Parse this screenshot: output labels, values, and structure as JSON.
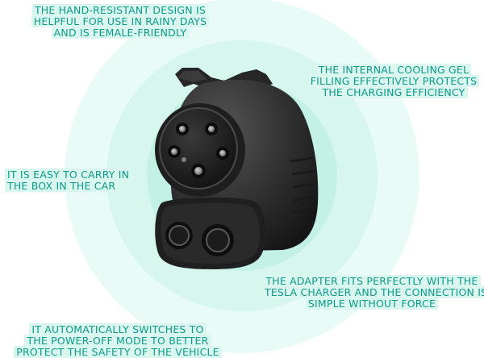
{
  "captions": {
    "hand_resistant": {
      "lines": [
        "THE HAND-RESISTANT DESIGN IS",
        "HELPFUL FOR USE IN RAINY DAYS",
        "AND IS FEMALE-FRIENDLY"
      ]
    },
    "cooling_gel": {
      "lines": [
        "THE INTERNAL COOLING GEL",
        "FILLING EFFECTIVELY PROTECTS",
        "THE CHARGING EFFICIENCY"
      ]
    },
    "easy_carry": {
      "lines": [
        "IT IS EASY TO CARRY IN",
        "THE BOX IN THE CAR"
      ]
    },
    "tesla_fit": {
      "lines": [
        "THE ADAPTER FITS PERFECTLY WITH THE",
        "TESLA CHARGER AND THE CONNECTION IS",
        "SIMPLE WITHOUT FORCE"
      ]
    },
    "power_off": {
      "lines": [
        "IT AUTOMATICALLY SWITCHES TO",
        "THE POWER-OFF MODE TO BETTER",
        "PROTECT THE SAFETY OF THE VEHICLE"
      ]
    }
  },
  "colors": {
    "caption_text": "#0f9a8a",
    "caption_highlight": "#d9f6ef",
    "ring_outer": "#e9fbf6",
    "ring_middle": "#d6f6ee",
    "ring_inner": "#c3f1e5",
    "adapter_body": "#2b2b2b"
  },
  "icons": {
    "product": "ev-charging-adapter-image"
  }
}
